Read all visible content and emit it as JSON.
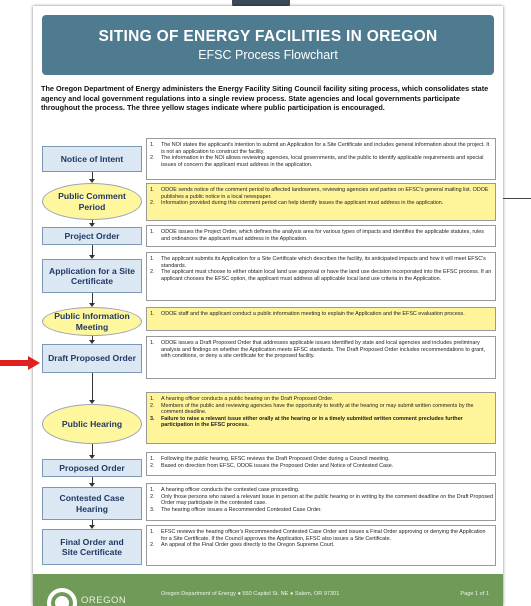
{
  "header": {
    "title": "SITING OF ENERGY FACILITIES IN OREGON",
    "subtitle": "EFSC Process Flowchart"
  },
  "intro": "The Oregon Department of Energy administers the Energy Facility Siting Council facility siting process, which consolidates state agency and local government regulations into a single review process. State agencies and local governments participate throughout the process. The three yellow stages indicate where public participation is encouraged.",
  "steps": [
    {
      "label": "Notice of Intent",
      "type": "rect",
      "items": [
        "The NOI states the applicant's intention to submit an Application for a Site Certificate and includes general information about the project. It is not an application to construct the facility.",
        "The information in the NOI allows reviewing agencies, local governments, and the public to identify applicable requirements and special issues of concern the applicant must address in the application."
      ]
    },
    {
      "label": "Public Comment Period",
      "type": "oval",
      "items": [
        "ODOE sends notice of the comment period to affected landowners, reviewing agencies and parties on EFSC's general mailing list. ODOE publishes a public notice in a local newspaper.",
        "Information provided during this comment period can help identify issues the applicant must address in the application."
      ]
    },
    {
      "label": "Project Order",
      "type": "rect",
      "items": [
        "ODOE issues the Project Order, which defines the analysis area for various types of impacts and identifies the applicable statutes, rules and ordinances the applicant must address in the Application."
      ]
    },
    {
      "label": "Application for a Site Certificate",
      "type": "rect",
      "items": [
        "The applicant submits its Application for a Site Certificate which describes the facility, its anticipated impacts and how it will meet EFSC's standards.",
        "The applicant must choose to either obtain local land use approval or have the land use decision incorporated into the EFSC process. If an applicant chooses the EFSC option, the applicant must address all applicable local land use criteria in the Application."
      ]
    },
    {
      "label": "Public Information Meeting",
      "type": "oval",
      "items": [
        "ODOE staff and the applicant conduct a public information meeting to explain the Application and the EFSC evaluation process."
      ]
    },
    {
      "label": "Draft Proposed Order",
      "type": "rect",
      "items": [
        "ODOE issues a Draft Proposed Order that addresses applicable issues identified by state and local agencies and includes preliminary analysis and findings on whether the Application meets EFSC standards. The Draft Proposed Order includes recommendations to grant, with conditions, or deny a site certificate for the proposed facility."
      ]
    },
    {
      "label": "Public Hearing",
      "type": "oval",
      "items": [
        "A hearing officer conducts a public hearing on the Draft Proposed Order.",
        "Members of the public and reviewing agencies have the opportunity to testify at the hearing or may submit written comments by the comment deadline.",
        "Failure to raise a relevant issue either orally at the hearing or in a timely submitted written comment precludes further participation in the EFSC process."
      ]
    },
    {
      "label": "Proposed Order",
      "type": "rect",
      "items": [
        "Following the public hearing, EFSC reviews the Draft Proposed Order during a Council meeting.",
        "Based on direction from EFSC, ODOE issues the Proposed Order and Notice of Contested Case."
      ]
    },
    {
      "label": "Contested Case Hearing",
      "type": "rect",
      "items": [
        "A hearing officer conducts the contested case proceeding.",
        "Only those persons who raised a relevant issue in person at the public hearing or in writing by the comment deadline on the Draft Proposed Order may participate in the contested case.",
        "The hearing officer issues a Recommended Contested Case Order."
      ]
    },
    {
      "label": "Final Order and Site Certificate",
      "type": "rect",
      "items": [
        "EFSC reviews the hearing officer's Recommended Contested Case Order and issues a Final Order approving or denying the Application for a Site Certificate. If the Council approves the Application, EFSC also issues a Site Certificate.",
        "An appeal of the Final Order goes directly to the Oregon Supreme Court."
      ]
    }
  ],
  "footer": {
    "logo_text": "OREGON",
    "address": "Oregon Department of Energy ● 550 Capitol St. NE ● Salem, OR 97301",
    "page": "Page 1 of 1"
  },
  "colors": {
    "header": "#4e7b8f",
    "step_box": "#dbe7f3",
    "public_stage": "#fff79e",
    "footer": "#6f9a58",
    "marker_arrow": "#e02020"
  }
}
